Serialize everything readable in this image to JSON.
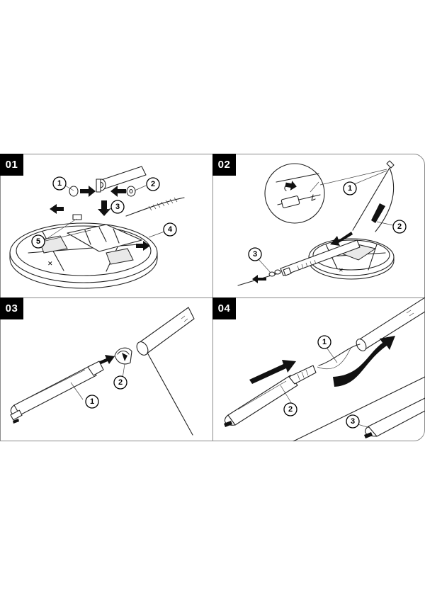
{
  "steps": [
    {
      "label": "01",
      "callouts": [
        "1",
        "2",
        "3",
        "4",
        "5"
      ]
    },
    {
      "label": "02",
      "callouts": [
        "1",
        "2",
        "3"
      ]
    },
    {
      "label": "03",
      "callouts": [
        "1",
        "2"
      ]
    },
    {
      "label": "04",
      "callouts": [
        "1",
        "2",
        "3"
      ]
    }
  ]
}
